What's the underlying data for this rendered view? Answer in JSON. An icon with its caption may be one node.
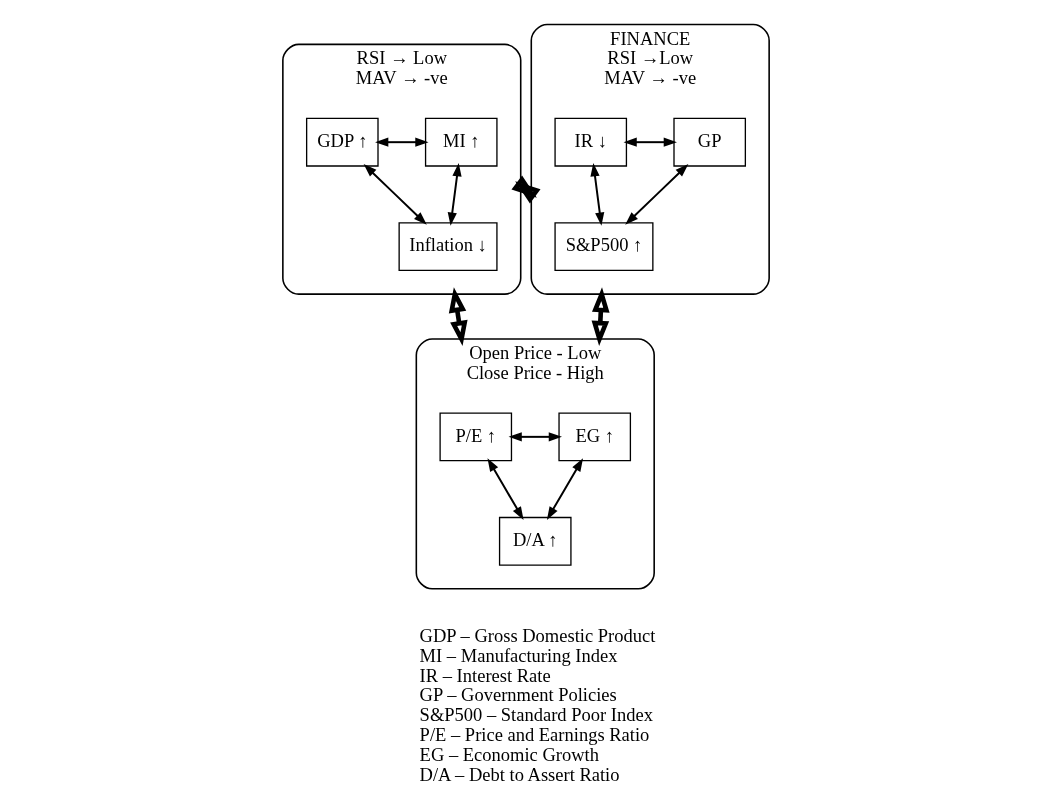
{
  "diagram": {
    "nodes": [
      {
        "text": [
          "RSI → Low",
          "MAV → -ve"
        ]
      },
      {
        "text": [
          "GDP ↑"
        ],
        "in": 0
      },
      {
        "text": [
          "MI ↑"
        ],
        "in": 0
      },
      {
        "text": [
          "Inflation ↓"
        ],
        "in": 0
      },
      {
        "text": [
          "FINANCE",
          "RSI →Low",
          "MAV → -ve"
        ]
      },
      {
        "text": [
          "IR ↓"
        ],
        "in": 4
      },
      {
        "text": [
          "GP"
        ],
        "in": 4
      },
      {
        "text": [
          "S&P500 ↑"
        ],
        "in": 4
      },
      {
        "text": [
          "Open Price - Low",
          "Close Price - High"
        ]
      },
      {
        "text": [
          "P/E ↑"
        ],
        "in": 8
      },
      {
        "text": [
          "EG ↑"
        ],
        "in": 8
      },
      {
        "text": [
          "D/A ↑"
        ],
        "in": 8
      }
    ],
    "edges": [
      {
        "from": 1,
        "to": 2,
        "arrow": "both"
      },
      {
        "from": 1,
        "to": 3,
        "arrow": "both"
      },
      {
        "from": 2,
        "to": 3,
        "arrow": "both"
      },
      {
        "from": 5,
        "to": 6,
        "arrow": "both"
      },
      {
        "from": 5,
        "to": 7,
        "arrow": "both"
      },
      {
        "from": 6,
        "to": 7,
        "arrow": "both"
      },
      {
        "from": 9,
        "to": 10,
        "arrow": "both"
      },
      {
        "from": 9,
        "to": 11,
        "arrow": "both"
      },
      {
        "from": 10,
        "to": 11,
        "arrow": "both"
      },
      {
        "from": 0,
        "to": 4,
        "arrow": "both",
        "style": "thick"
      },
      {
        "from": 0,
        "to": 8,
        "arrow": "both",
        "style": "thick"
      },
      {
        "from": 4,
        "to": 8,
        "arrow": "both",
        "style": "thick"
      }
    ],
    "labels": [
      "GDP – Gross Domestic Product",
      "MI – Manufacturing Index",
      "IR – Interest Rate",
      "GP – Government Policies",
      "S&P500 – Standard Poor Index",
      "P/E – Price and Earnings Ratio",
      "EG – Economic Growth",
      "D/A – Debt to Assert Ratio"
    ]
  }
}
